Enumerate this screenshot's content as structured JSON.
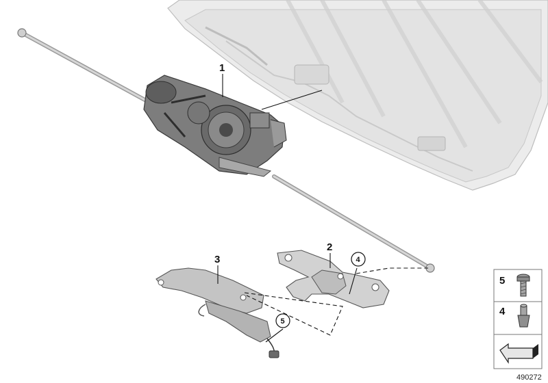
{
  "callouts": {
    "c1": "1",
    "c2": "2",
    "c3": "3",
    "c4": "4",
    "c5": "5"
  },
  "legend": {
    "item_top": "5",
    "item_bottom": "4"
  },
  "reference_number": "490272",
  "colors": {
    "panel_fill": "#e6e6e6",
    "panel_edge": "#bdbdbd",
    "metal": "#c9c9c9",
    "metal_dark": "#6f6f6f",
    "motor": "#5a5a5a",
    "line": "#111111"
  }
}
